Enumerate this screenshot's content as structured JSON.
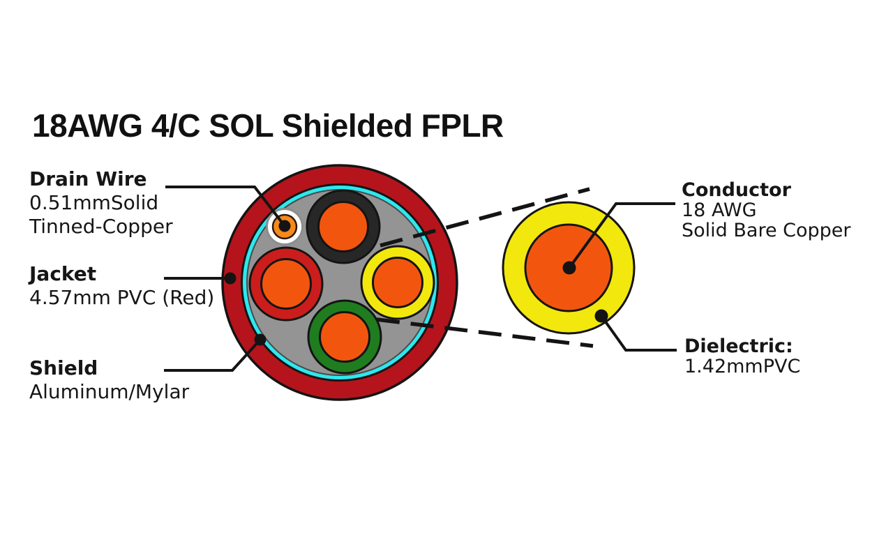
{
  "title": "18AWG 4/C SOL Shielded FPLR",
  "callouts": {
    "drain_wire": {
      "heading": "Drain Wire",
      "line1": "0.51mmSolid",
      "line2": "Tinned-Copper"
    },
    "jacket": {
      "heading": "Jacket",
      "line1": "4.57mm PVC (Red)"
    },
    "shield": {
      "heading": "Shield",
      "line1": "Aluminum/Mylar"
    },
    "conductor": {
      "heading": "Conductor",
      "line1": "18 AWG",
      "line2": "Solid Bare Copper"
    },
    "dielectric": {
      "heading": "Dielectric:",
      "line1": "1.42mmPVC"
    }
  },
  "colors": {
    "background": "#FFFFFF",
    "jacket_red": "#B5141C",
    "shield_cyan": "#2EE8EE",
    "filler_gray": "#949494",
    "insulation_black": "#272727",
    "insulation_red": "#CB1E1C",
    "insulation_yellow": "#F2E80D",
    "insulation_green": "#1F7D1F",
    "conductor_orange": "#F2560E",
    "drain_orange": "#F5891C",
    "drain_white": "#FFFFFF",
    "leader_black": "#141414"
  }
}
